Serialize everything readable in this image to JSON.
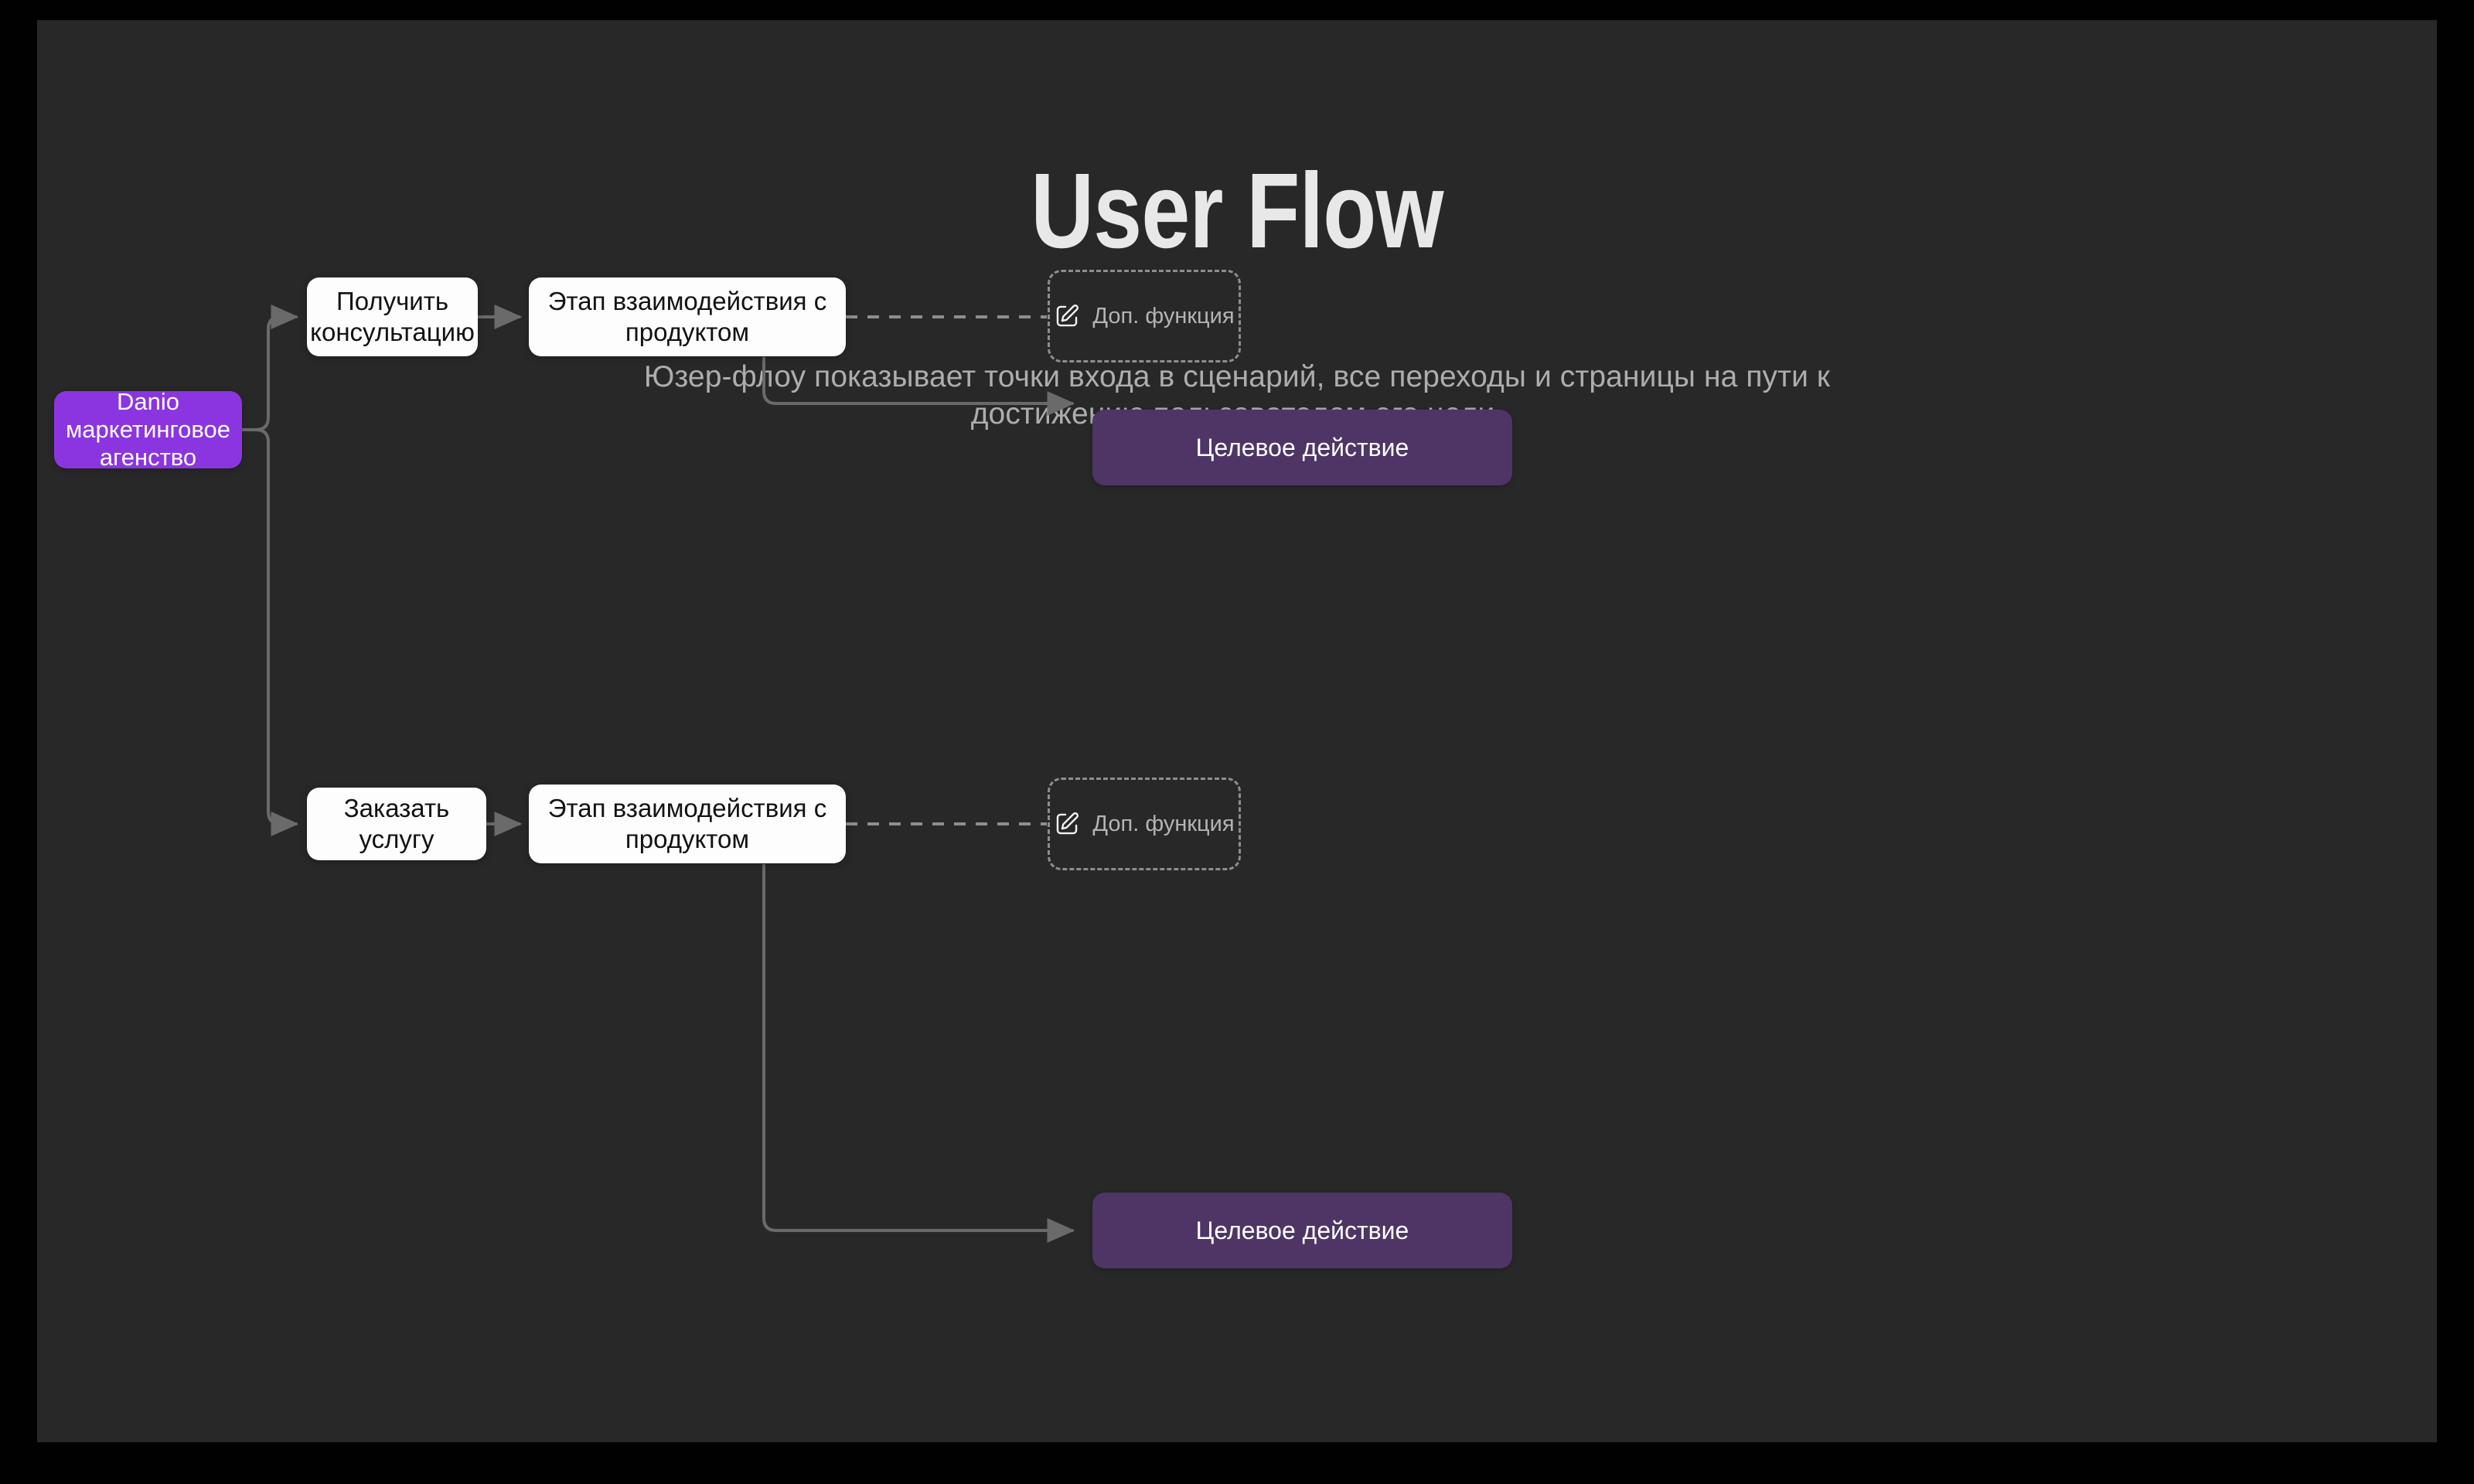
{
  "slide": {
    "background_outer": "#010101",
    "background_panel": "#282828"
  },
  "header": {
    "title": "User Flow",
    "subtitle": "Юзер-флоу показывает точки входа в сценарий, все переходы и страницы на пути к достижению пользователем его цели."
  },
  "colors": {
    "start_node": "#8B35E0",
    "goal_node": "#4E3566",
    "step_node": "#FDFDFD",
    "connector": "#6A6A6A",
    "dashed_border": "#8E8E8E",
    "muted_text": "#ADADAD",
    "title_text": "#E8E8E8"
  },
  "flow": {
    "start": {
      "label": "Danio маркетинговое агенство",
      "type": "start"
    },
    "branches": [
      {
        "id": "branch-consultation",
        "entry": {
          "label": "Получить консультацию",
          "type": "step"
        },
        "stage": {
          "label": "Этап взаимодействия с продуктом",
          "type": "step"
        },
        "optional": {
          "label": "Доп. функция",
          "icon": "edit-icon",
          "type": "optional"
        },
        "goal": {
          "label": "Целевое действие",
          "type": "goal"
        }
      },
      {
        "id": "branch-order",
        "entry": {
          "label": "Заказать услугу",
          "type": "step"
        },
        "stage": {
          "label": "Этап взаимодействия с продуктом",
          "type": "step"
        },
        "optional": {
          "label": "Доп. функция",
          "icon": "edit-icon",
          "type": "optional"
        },
        "goal": {
          "label": "Целевое действие",
          "type": "goal"
        }
      }
    ]
  }
}
